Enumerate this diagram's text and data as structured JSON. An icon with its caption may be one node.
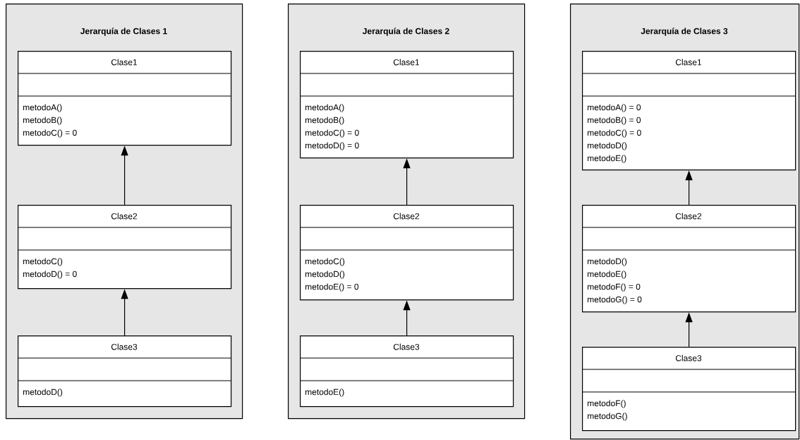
{
  "diagram": {
    "nodes": [
      {
        "text": [
          "Jerarquía de Clases 1"
        ]
      },
      {
        "text": [
          "Clase1",
          "metodoA()",
          "metodoB()",
          "metodoC() = 0"
        ],
        "in": 0
      },
      {
        "text": [
          "Clase2",
          "metodoC()",
          "metodoD() = 0"
        ],
        "in": 0
      },
      {
        "text": [
          "Clase3",
          "metodoD()"
        ],
        "in": 0
      },
      {
        "text": [
          "Jerarquía de Clases 2"
        ]
      },
      {
        "text": [
          "Clase1",
          "metodoA()",
          "metodoB()",
          "metodoC() = 0",
          "metodoD() = 0"
        ],
        "in": 4
      },
      {
        "text": [
          "Clase2",
          "metodoC()",
          "metodoD()",
          "metodoE() = 0"
        ],
        "in": 4
      },
      {
        "text": [
          "Clase3",
          "metodoE()"
        ],
        "in": 4
      },
      {
        "text": [
          "Jerarquía de Clases 3"
        ]
      },
      {
        "text": [
          "Clase1",
          "metodoA() = 0",
          "metodoB() = 0",
          "metodoC() = 0",
          "metodoD()",
          "metodoE()"
        ],
        "in": 8
      },
      {
        "text": [
          "Clase2",
          "metodoD()",
          "metodoE()",
          "metodoF() = 0",
          "metodoG() = 0"
        ],
        "in": 8
      },
      {
        "text": [
          "Clase3",
          "metodoF()",
          "metodoG()"
        ],
        "in": 8
      }
    ],
    "edges": [
      {
        "from": 2,
        "to": 1,
        "arrow": "to"
      },
      {
        "from": 3,
        "to": 2,
        "arrow": "to"
      },
      {
        "from": 6,
        "to": 5,
        "arrow": "to"
      },
      {
        "from": 7,
        "to": 6,
        "arrow": "to"
      },
      {
        "from": 10,
        "to": 9,
        "arrow": "to"
      },
      {
        "from": 11,
        "to": 10,
        "arrow": "to"
      }
    ]
  }
}
